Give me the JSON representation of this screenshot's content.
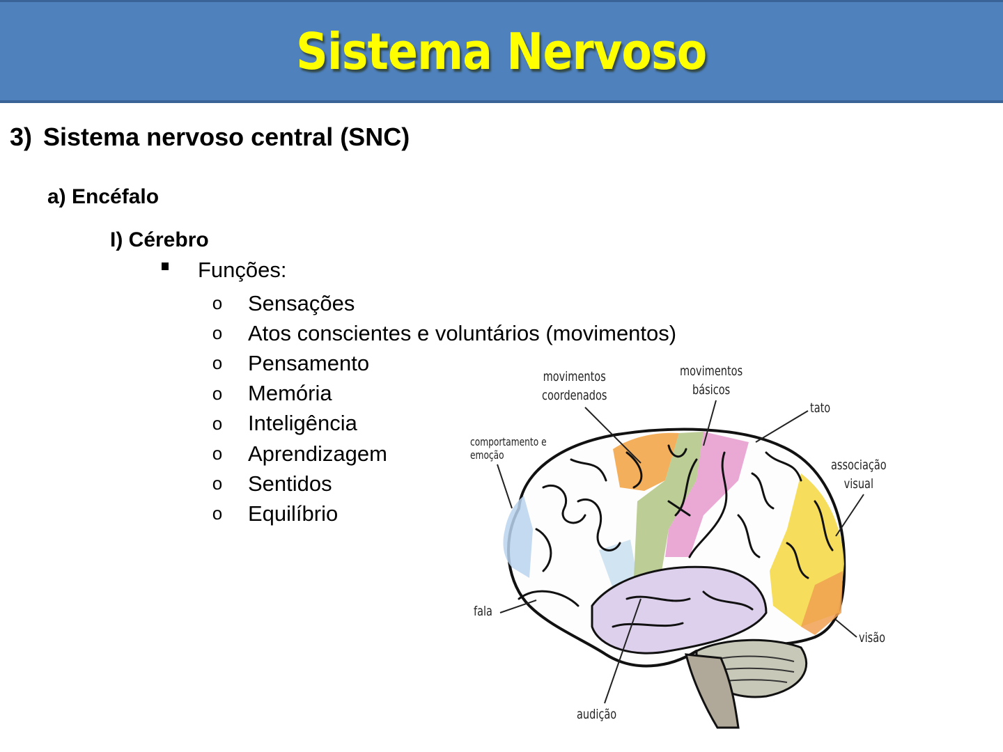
{
  "header": {
    "title": "Sistema Nervoso",
    "bg_color": "#4f81bd",
    "title_color": "#ffff00"
  },
  "content": {
    "section": {
      "number": "3)",
      "title": "Sistema nervoso central (SNC)"
    },
    "subsection": "a) Encéfalo",
    "subsubsection": "I) Cérebro",
    "functions_label": "Funções:",
    "functions": [
      "Sensações",
      "Atos conscientes e voluntários (movimentos)",
      "Pensamento",
      "Memória",
      "Inteligência",
      "Aprendizagem",
      "Sentidos",
      "Equilíbrio"
    ],
    "bullet_l1_icon": "square-bullet",
    "bullet_l2_icon": "circle-bullet",
    "bullet_l2_glyph": "o"
  },
  "brain_diagram": {
    "labels": {
      "movimentos_coordenados": [
        "movimentos",
        "coordenados"
      ],
      "movimentos_basicos": [
        "movimentos",
        "básicos"
      ],
      "tato": "tato",
      "comportamento": [
        "comportamento e",
        "emoção"
      ],
      "associacao_visual": [
        "associação",
        "visual"
      ],
      "fala": "fala",
      "visao": "visão",
      "audicao": "audição"
    },
    "region_colors": {
      "comportamento": "#b8d4ee",
      "movimentos_coordenados": "#f3a64a",
      "movimentos_basicos": "#b5c98a",
      "tato": "#e8a0d0",
      "associacao_visual": "#f5d94a",
      "visao": "#f0a050",
      "audicao": "#d8c8e8",
      "fala": "#c9dff0"
    }
  }
}
